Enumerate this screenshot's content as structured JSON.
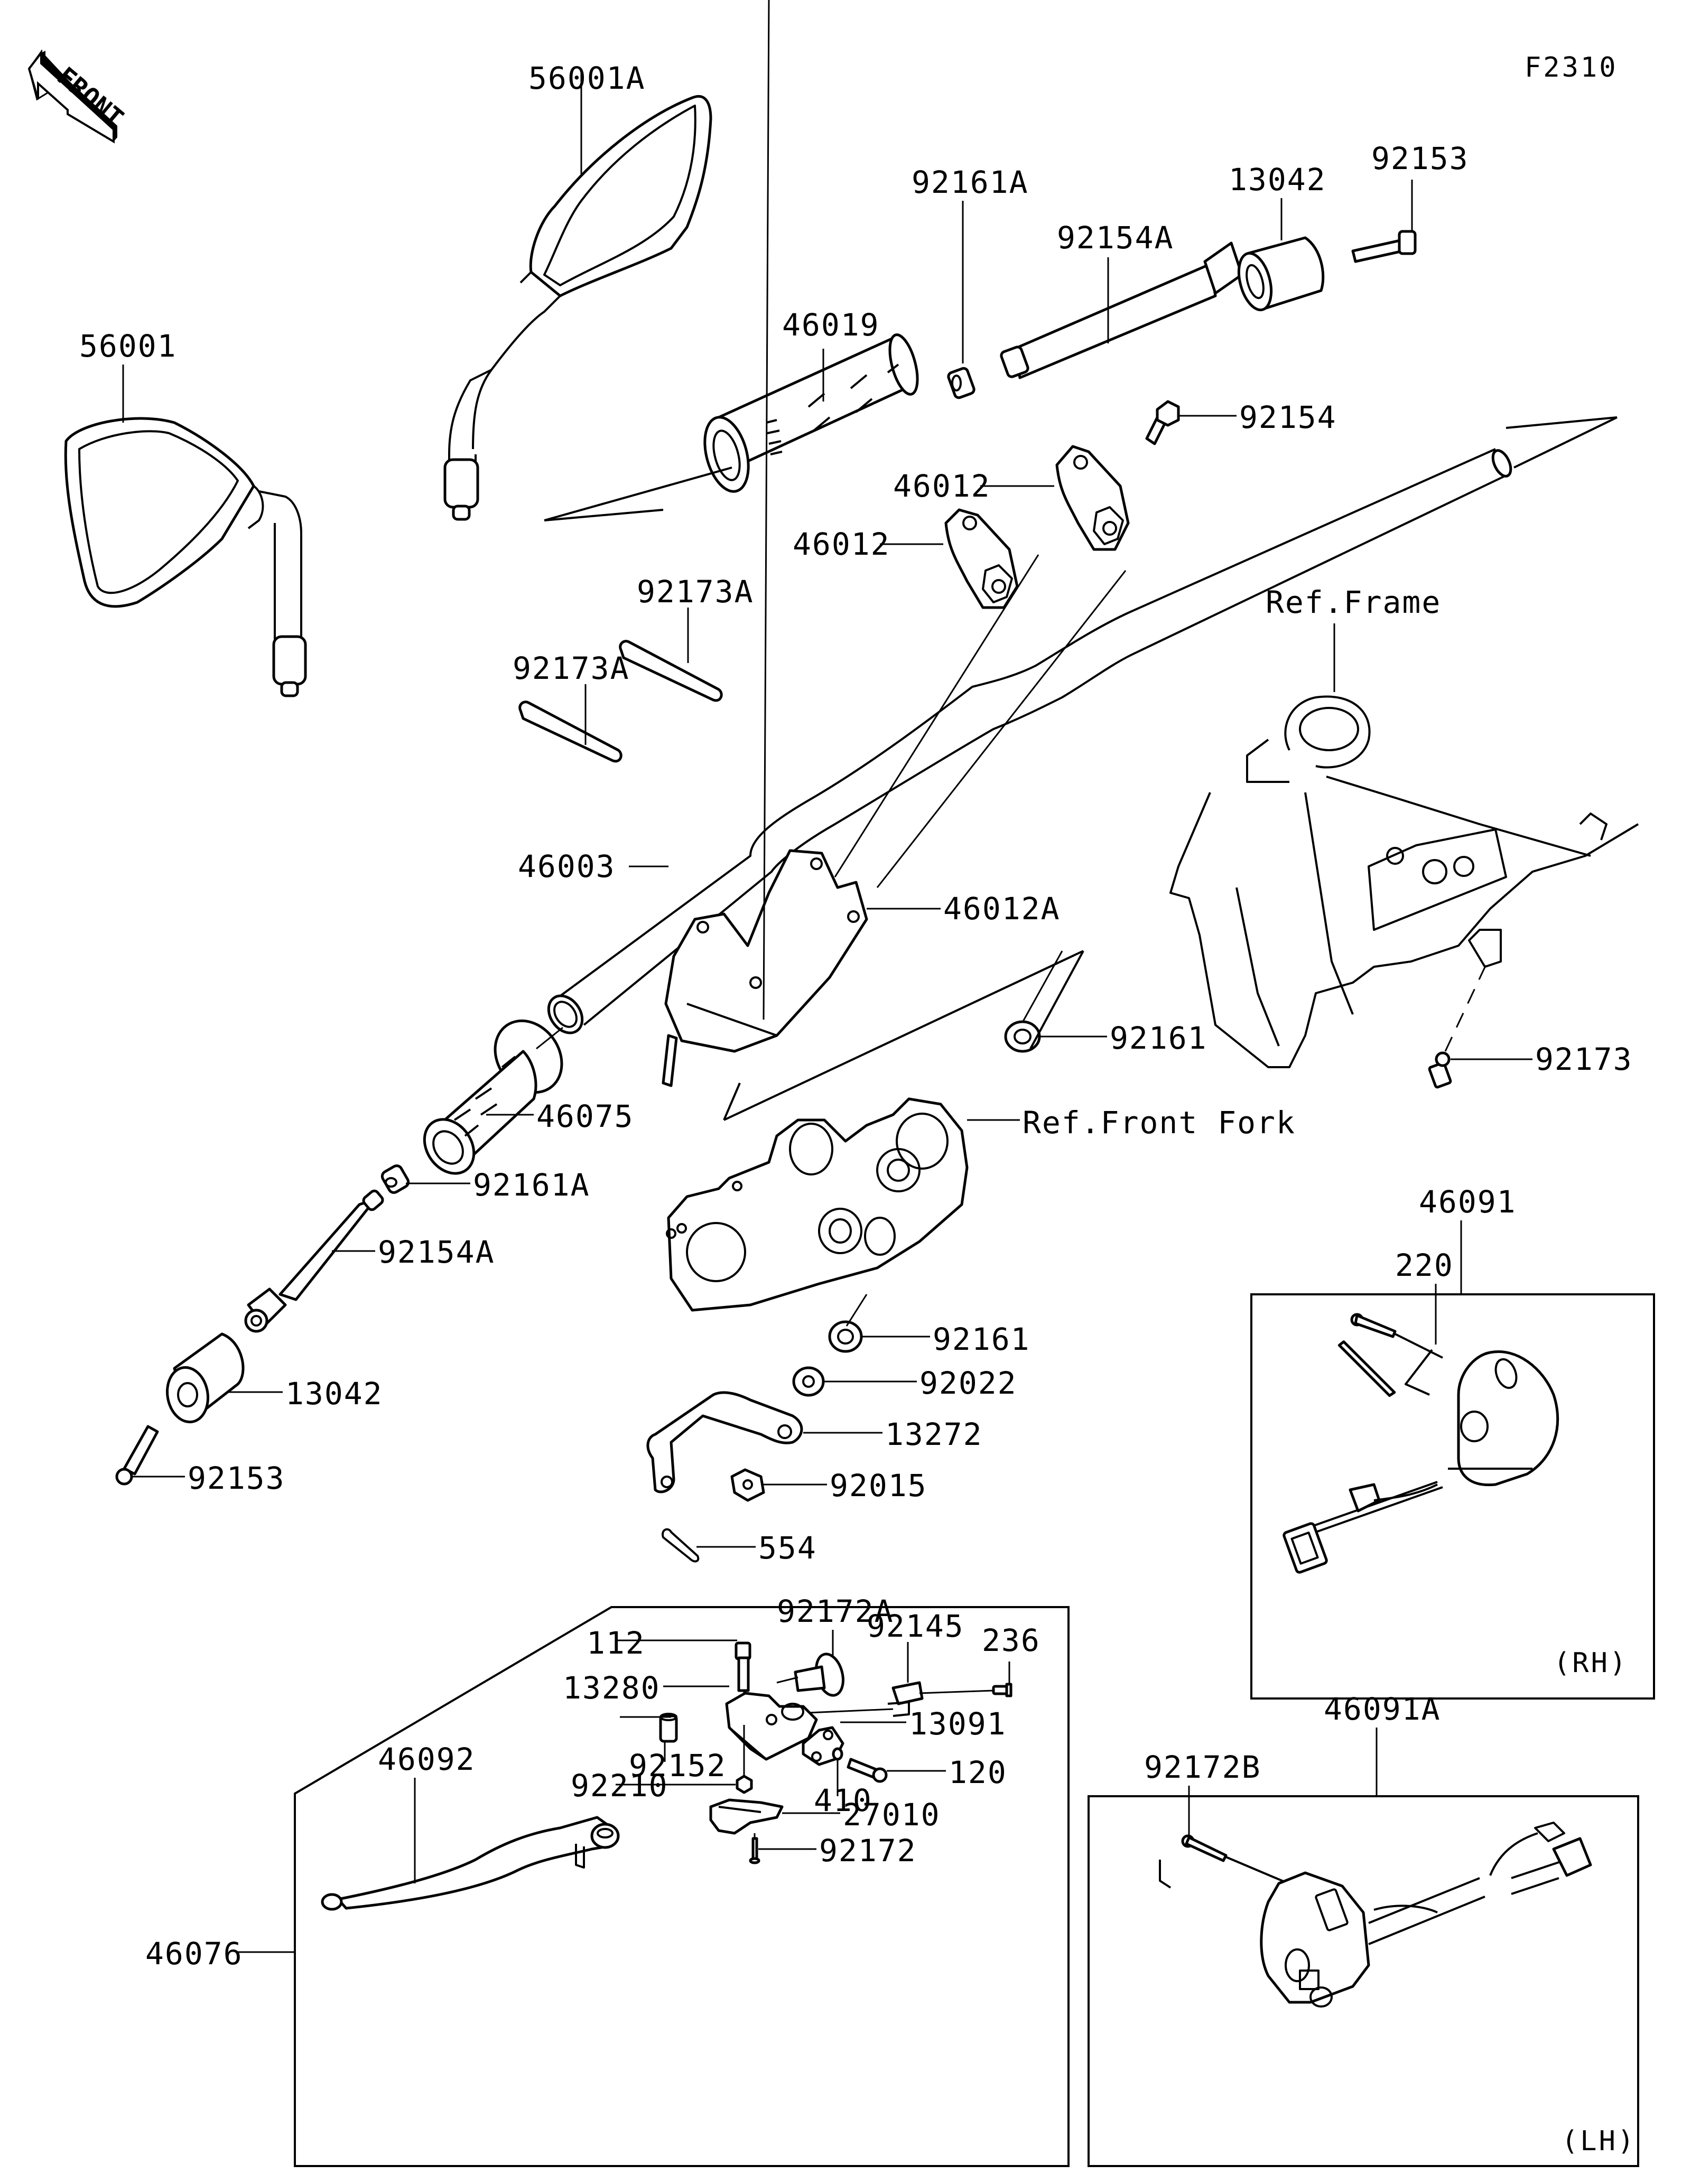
{
  "diagram": {
    "figure_code": "F2310",
    "front_indicator": "FRONT",
    "labels": {
      "mirror_right": "56001A",
      "mirror_left": "56001",
      "grip_right": "46019",
      "collar_right": "92161A",
      "bolt_long_right": "92154A",
      "bar_end_weight_right": "13042",
      "bolt_end_right": "92153",
      "bolt_clamp": "92154",
      "clamp_upper_1": "46012",
      "clamp_upper_2": "46012",
      "pin_1": "92173A",
      "pin_2": "92173A",
      "handlebar": "46003",
      "clamp_lower": "46012A",
      "frame_ref": "Ref.Frame",
      "damper_top": "92161",
      "fork_ref": "Ref.Front Fork",
      "pin_frame": "92173",
      "grip_left": "46075",
      "collar_left": "92161A",
      "bolt_long_left": "92154A",
      "bar_end_weight_left": "13042",
      "bolt_end_left": "92153",
      "damper_bottom": "92161",
      "washer": "92022",
      "bracket": "13272",
      "nut": "92015",
      "clip": "554",
      "switch_rh_assy": "46091",
      "screw_rh": "220",
      "rh_tag": "(RH)",
      "switch_lh_assy": "46091A",
      "screw_lh": "92172B",
      "lh_tag": "(LH)",
      "clutch_lever_assy": "46076",
      "lever": "46092",
      "bolt_112": "112",
      "adjuster": "92172A",
      "holder": "13280",
      "spring_92145": "92145",
      "screw_236": "236",
      "bush": "92152",
      "nut_92210": "92210",
      "clamp_13091": "13091",
      "washer_410": "410",
      "bolt_120": "120",
      "switch_27010": "27010",
      "screw_92172": "92172"
    }
  }
}
